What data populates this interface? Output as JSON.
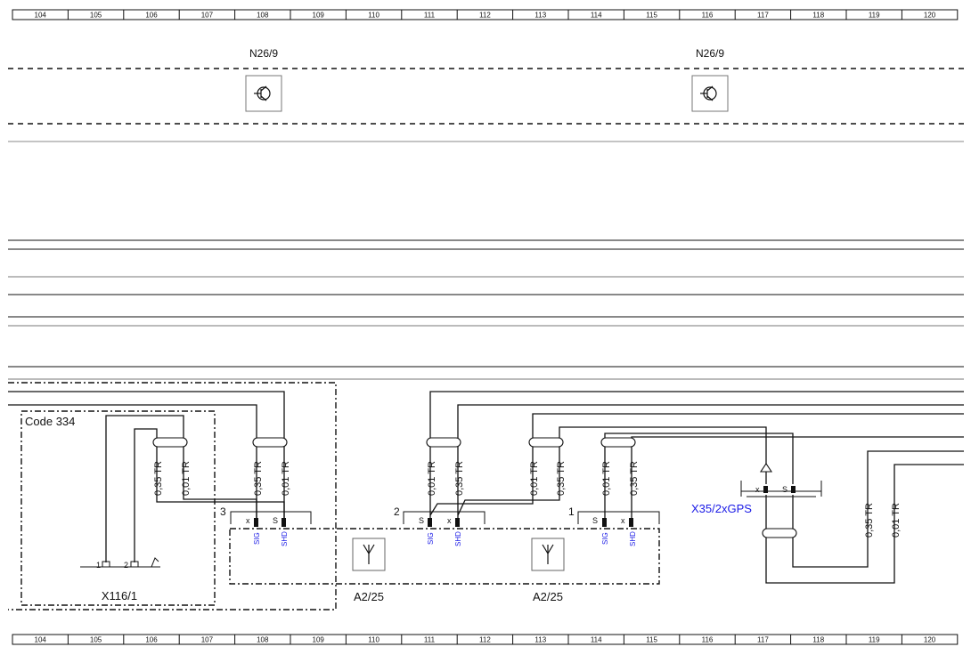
{
  "ruler": {
    "columns": [
      "104",
      "105",
      "106",
      "107",
      "108",
      "109",
      "110",
      "111",
      "112",
      "113",
      "114",
      "115",
      "116",
      "117",
      "118",
      "119",
      "120"
    ]
  },
  "components": {
    "n26_left": {
      "label": "N26/9"
    },
    "n26_right": {
      "label": "N26/9"
    },
    "x116": {
      "label": "X116/1"
    },
    "a225_left": {
      "label": "A2/25"
    },
    "a225_right": {
      "label": "A2/25"
    },
    "x35": {
      "label": "X35/2xGPS"
    }
  },
  "code_box": {
    "label": "Code 334"
  },
  "wires": [
    {
      "id": "w1",
      "spec": "0,35 TR"
    },
    {
      "id": "w2",
      "spec": "0,01 TR"
    },
    {
      "id": "w3",
      "spec": "0,35 TR"
    },
    {
      "id": "w4",
      "spec": "0,01 TR"
    },
    {
      "id": "w5",
      "spec": "0,01 TR"
    },
    {
      "id": "w6",
      "spec": "0,35 TR"
    },
    {
      "id": "w7",
      "spec": "0,01 TR"
    },
    {
      "id": "w8",
      "spec": "0,35 TR"
    },
    {
      "id": "w9",
      "spec": "0,01 TR"
    },
    {
      "id": "w10",
      "spec": "0,35 TR"
    },
    {
      "id": "w11",
      "spec": "0,35 TR"
    },
    {
      "id": "w12",
      "spec": "0,01 TR"
    }
  ],
  "connectors": {
    "c3": {
      "number": "3",
      "pin_a": "x",
      "pin_b": "S",
      "sig": "SIG",
      "shd": "SHD"
    },
    "c2": {
      "number": "2",
      "pin_a": "S",
      "pin_b": "x",
      "sig": "SIG",
      "shd": "SHD"
    },
    "c1": {
      "number": "1",
      "pin_a": "S",
      "pin_b": "x",
      "sig": "SIG",
      "shd": "SHD"
    },
    "x35": {
      "pin_a": "x",
      "pin_b": "S"
    },
    "x116": {
      "pin_1": "1",
      "pin_2": "2"
    }
  },
  "colors": {
    "line": "#111111",
    "accent": "#1a1ae6",
    "ruler_bg": "#ffffff"
  }
}
